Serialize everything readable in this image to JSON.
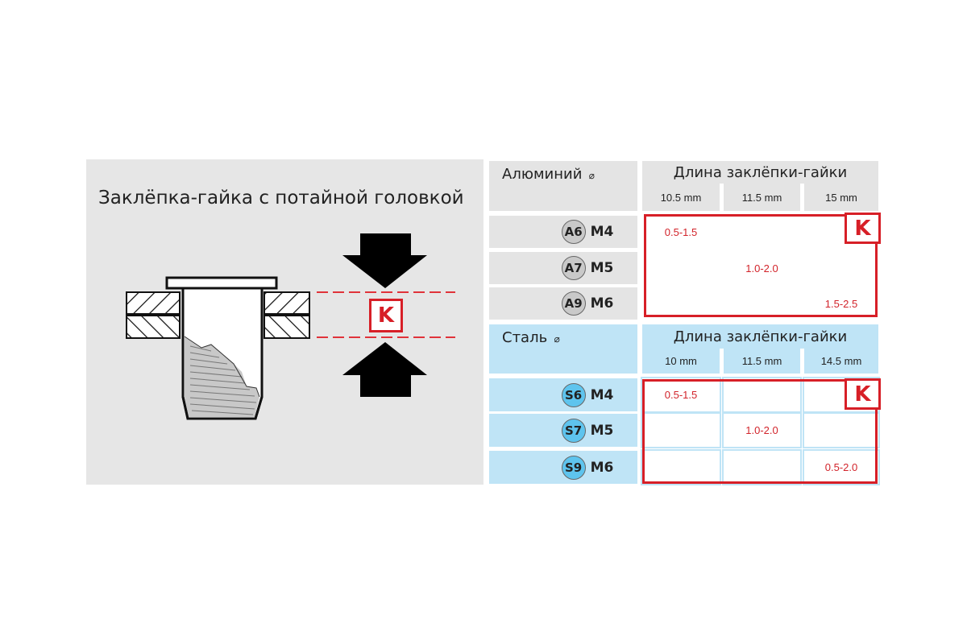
{
  "diagram": {
    "title": "Заклёпка-гайка с потайной головкой",
    "k_label": "K"
  },
  "colors": {
    "red": "#d71f27",
    "aluminium_bg": "#e4e4e4",
    "steel_bg": "#bfe4f6"
  },
  "aluminium": {
    "material": "Алюминий",
    "diameter_symbol": "⌀",
    "length_header": "Длина заклёпки-гайки",
    "lengths": [
      "10.5 mm",
      "11.5 mm",
      "15 mm"
    ],
    "rows": [
      {
        "code": "A6",
        "thread": "M4",
        "values": [
          "0.5-1.5",
          "",
          ""
        ]
      },
      {
        "code": "A7",
        "thread": "M5",
        "values": [
          "",
          "1.0-2.0",
          ""
        ]
      },
      {
        "code": "A9",
        "thread": "M6",
        "values": [
          "",
          "",
          "1.5-2.5"
        ]
      }
    ],
    "k_label": "K"
  },
  "steel": {
    "material": "Сталь",
    "diameter_symbol": "⌀",
    "length_header": "Длина заклёпки-гайки",
    "lengths": [
      "10 mm",
      "11.5 mm",
      "14.5 mm"
    ],
    "rows": [
      {
        "code": "S6",
        "thread": "M4",
        "values": [
          "0.5-1.5",
          "",
          ""
        ]
      },
      {
        "code": "S7",
        "thread": "M5",
        "values": [
          "",
          "1.0-2.0",
          ""
        ]
      },
      {
        "code": "S9",
        "thread": "M6",
        "values": [
          "",
          "",
          "0.5-2.0"
        ]
      }
    ],
    "k_label": "K"
  }
}
